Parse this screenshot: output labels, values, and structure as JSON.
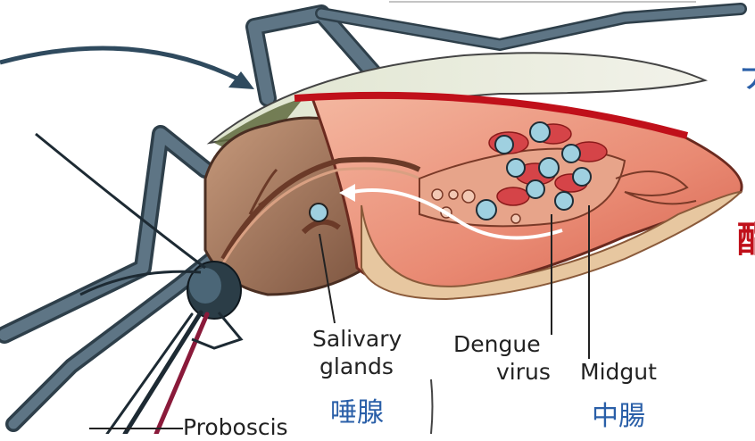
{
  "labels": {
    "salivary_glands_line1": "Salivary",
    "salivary_glands_line2": "glands",
    "dengue_virus_line1": "Dengue",
    "dengue_virus_line2": "virus",
    "midgut": "Midgut",
    "proboscis": "Proboscis",
    "salivary_glands_zh": "唾腺",
    "midgut_zh": "中腸"
  },
  "cropped_edge_text": {
    "top_right_glyph": "ナ",
    "right_red_glyph": "酯"
  },
  "colors": {
    "chinese_label": "#2a5fa8",
    "edge_red": "#c0101a",
    "edge_blue": "#2a5fa8",
    "virus_fill": "#9fd0e0",
    "pointer_arrow": "#2f4a5e"
  }
}
